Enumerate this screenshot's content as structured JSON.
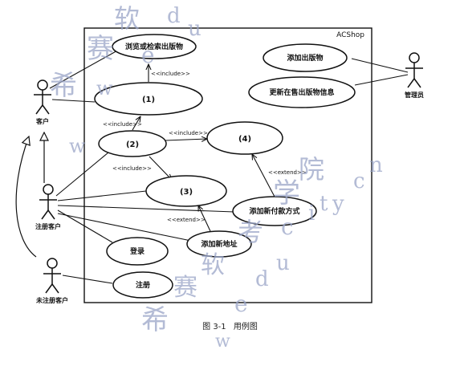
{
  "system": {
    "name": "ACShop"
  },
  "actors": {
    "customer": "客户",
    "registered": "注册客户",
    "unregistered": "未注册客户",
    "admin": "管理员"
  },
  "use_cases": {
    "browse": "浏览或检索出版物",
    "uc1": "(1)",
    "uc2": "(2)",
    "uc3": "(3)",
    "uc4": "(4)",
    "add_publication": "添加出版物",
    "update_info": "更新在售出版物信息",
    "add_payment": "添加新付款方式",
    "add_address": "添加新地址",
    "login": "登录",
    "register": "注册"
  },
  "relations": {
    "include": "<<include>>",
    "extend": "<<extend>>"
  },
  "caption": {
    "number": "图 3-1",
    "title": "用例图"
  },
  "watermark": {
    "chars": [
      "希",
      "赛",
      "软",
      "e",
      "d",
      "u",
      "w",
      "w",
      "学",
      "院",
      "考",
      "c",
      "i",
      "t",
      "y",
      "c",
      "n"
    ]
  }
}
